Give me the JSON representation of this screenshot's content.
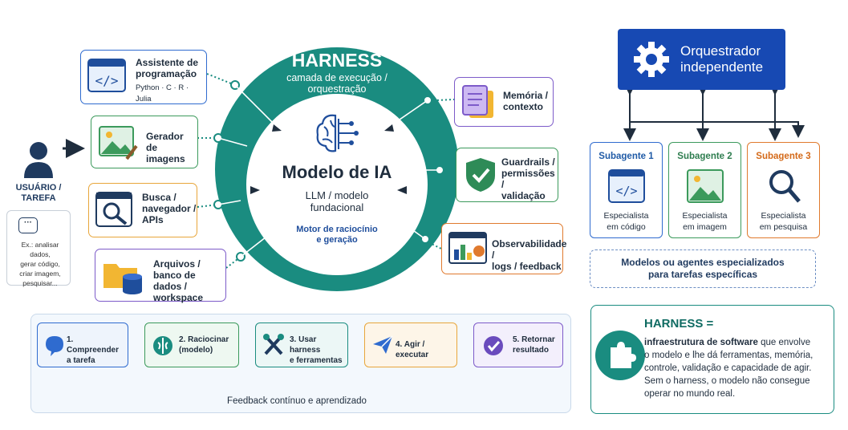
{
  "user": {
    "label_line1": "USUÁRIO /",
    "label_line2": "TAREFA",
    "example_lines": [
      "Ex.: analisar dados,",
      "gerar código,",
      "criar imagem,",
      "pesquisar..."
    ]
  },
  "harness_ring": {
    "title": "HARNESS",
    "subtitle_line1": "camada de execução /",
    "subtitle_line2": "orquestração"
  },
  "model": {
    "title": "Modelo de IA",
    "sub_line1": "LLM / modelo",
    "sub_line2": "fundacional",
    "engine_line1": "Motor de raciocínio",
    "engine_line2": "e geração"
  },
  "tools_left": [
    {
      "line1": "Assistente de",
      "line2": "programação",
      "line3": "Python · C · R · Julia"
    },
    {
      "line1": "Gerador",
      "line2": "de imagens"
    },
    {
      "line1": "Busca /",
      "line2": "navegador /",
      "line3": "APIs"
    },
    {
      "line1": "Arquivos /",
      "line2": "banco de dados /",
      "line3": "workspace"
    }
  ],
  "tools_right": [
    {
      "line1": "Memória /",
      "line2": "contexto"
    },
    {
      "line1": "Guardrails /",
      "line2": "permissões /",
      "line3": "validação"
    },
    {
      "line1": "Observabilidade /",
      "line2": "logs / feedback"
    }
  ],
  "steps": [
    {
      "line1": "1. Compreender",
      "line2": "a tarefa"
    },
    {
      "line1": "2. Raciocinar",
      "line2": "(modelo)"
    },
    {
      "line1": "3. Usar harness",
      "line2": "e ferramentas"
    },
    {
      "line1": "4. Agir / executar",
      "line2": ""
    },
    {
      "line1": "5. Retornar",
      "line2": "resultado"
    }
  ],
  "feedback_label": "Feedback contínuo e aprendizado",
  "orchestrator": {
    "line1": "Orquestrador",
    "line2": "independente"
  },
  "subagents": [
    {
      "title": "Subagente 1",
      "line1": "Especialista",
      "line2": "em código",
      "color": "#1f5aa6"
    },
    {
      "title": "Subagente 2",
      "line1": "Especialista",
      "line2": "em imagem",
      "color": "#2e7d4f"
    },
    {
      "title": "Subagente 3",
      "line1": "Especialista",
      "line2": "em pesquisa",
      "color": "#d46a1a"
    }
  ],
  "specialized_note": {
    "line1": "Modelos ou agentes especializados",
    "line2": "para tarefas específicas"
  },
  "definition": {
    "title": "HARNESS =",
    "bold_intro": "infraestrutura de software",
    "line1_rest": " que envolve",
    "line2": "o modelo e lhe dá ferramentas, memória,",
    "line3": "controle, validação e capacidade de agir.",
    "line4": "Sem o harness, o modelo não consegue",
    "line5": "operar no mundo real."
  },
  "colors": {
    "teal": "#1a8c80",
    "orchestrator_blue": "#1749b3",
    "navy": "#1f3a5f"
  }
}
